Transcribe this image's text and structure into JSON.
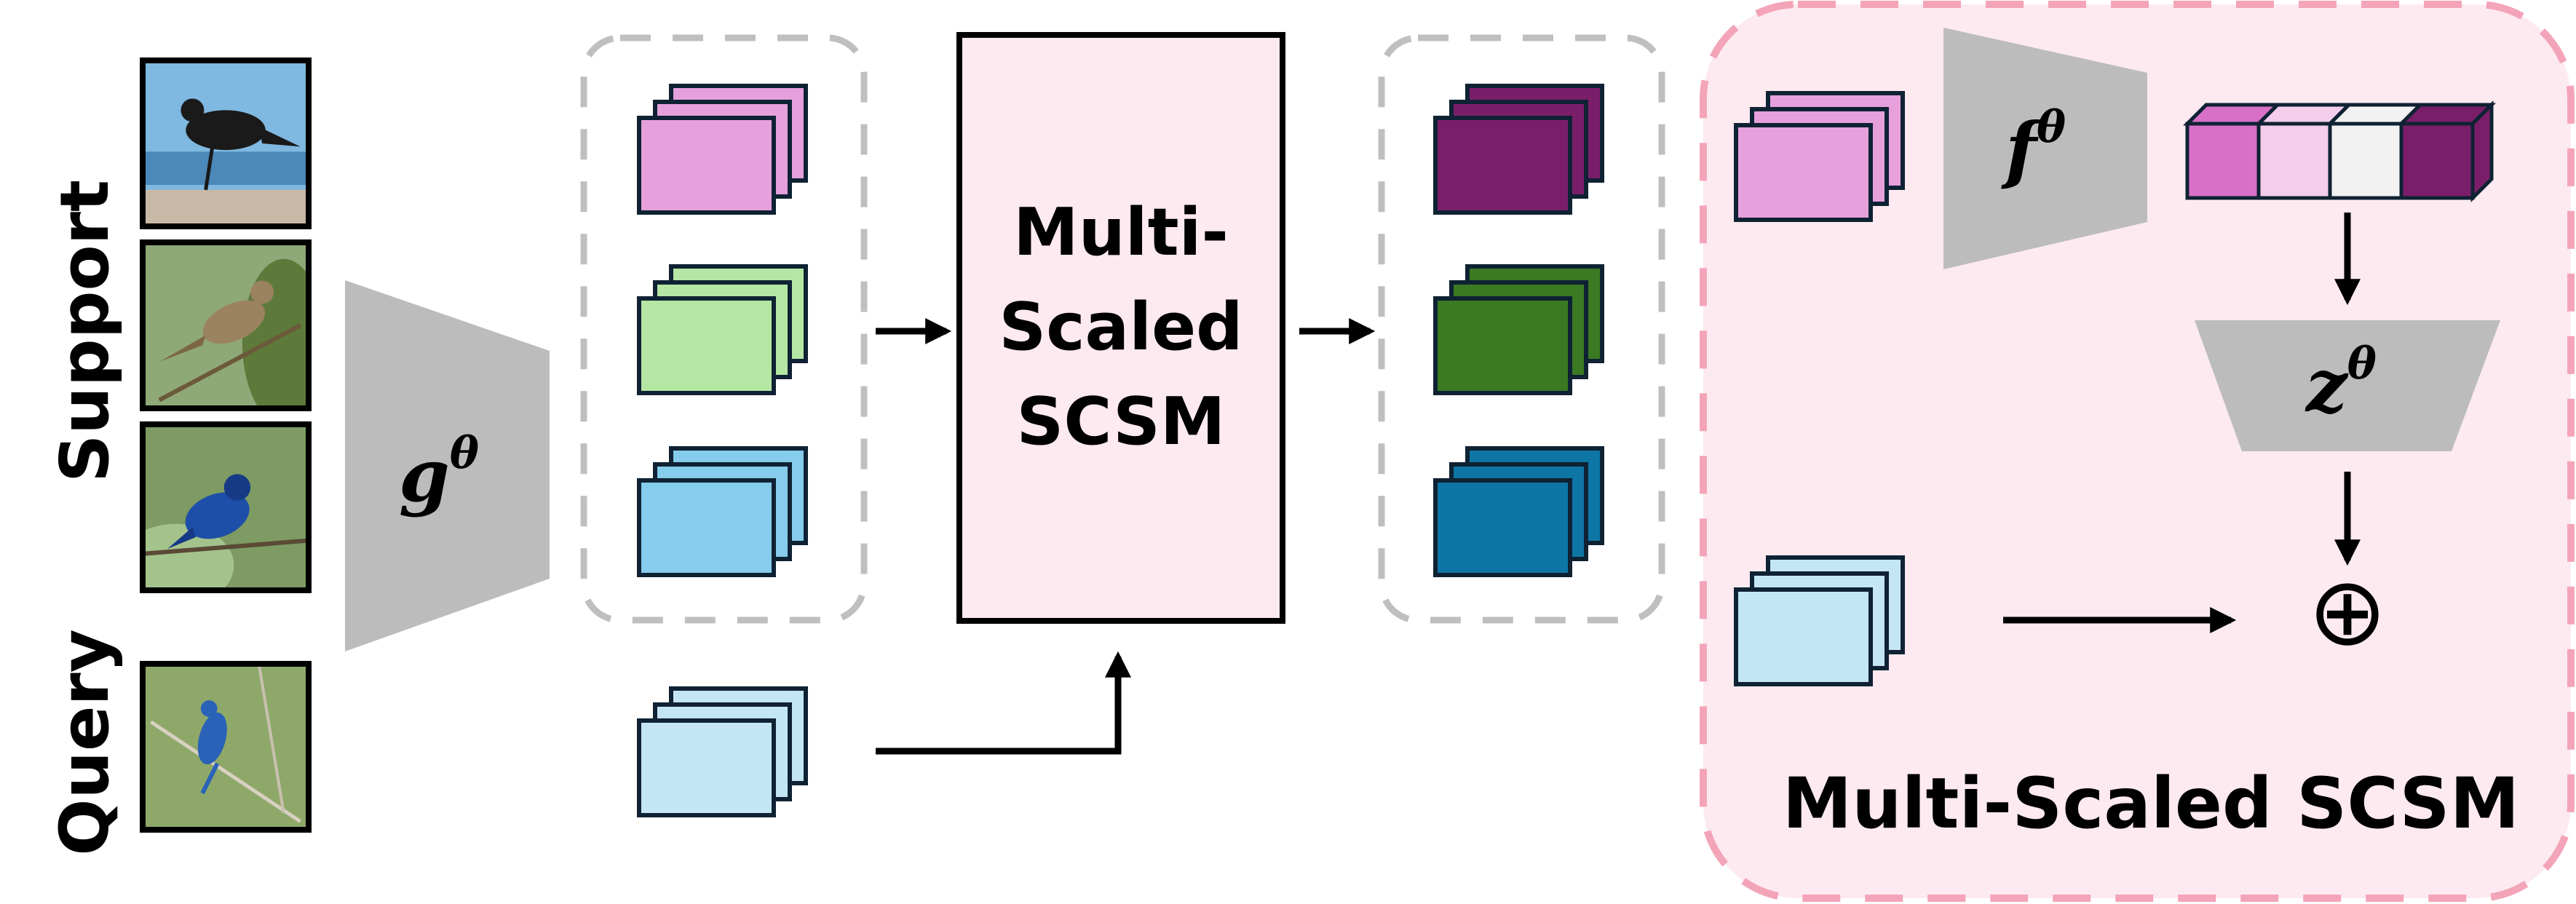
{
  "support_label": "Support",
  "query_label": "Query",
  "encoder_g": {
    "base": "g",
    "sup": "θ"
  },
  "encoder_f": {
    "base": "f",
    "sup": "θ"
  },
  "decoder_z": {
    "base": "z",
    "sup": "θ"
  },
  "center_block_lines": [
    "Multi-",
    "Scaled",
    "SCSM"
  ],
  "panel_title": "Multi-Scaled SCSM",
  "plus_symbol": "⊕",
  "support_images": [
    {
      "icon": "crow-photo",
      "sky": "#7fb8e0",
      "ground": "#c9b8a6",
      "bird": "#1a1a1a"
    },
    {
      "icon": "sparrow-photo",
      "sky": "#8fa878",
      "ground": "#5e7a3a",
      "bird": "#9c8360"
    },
    {
      "icon": "blue-bunting-photo",
      "sky": "#7d9b63",
      "ground": "#a4c38c",
      "bird": "#1e4fa8"
    }
  ],
  "query_image": {
    "icon": "blue-bird-on-branch-photo",
    "sky": "#8ea86a",
    "bird": "#2a62b8"
  },
  "colors": {
    "pink": "#e6a0dc",
    "green": "#b5e6a3",
    "blue": "#86ccec",
    "query": "#c4e6f4",
    "dark_purple": "#7a1e6a",
    "dark_green": "#3a7a22",
    "dark_blue": "#0e76a4",
    "panel_fill": "#fdeaf0",
    "panel_border": "#f4a4b8",
    "trapezoid": "#bcbcbc",
    "stroke": "#0f2233",
    "dash_grey": "#bfbfbf",
    "vector_cells": [
      "#d870c8",
      "#f4cdec",
      "#f2f2f2",
      "#7a1e6a"
    ]
  }
}
